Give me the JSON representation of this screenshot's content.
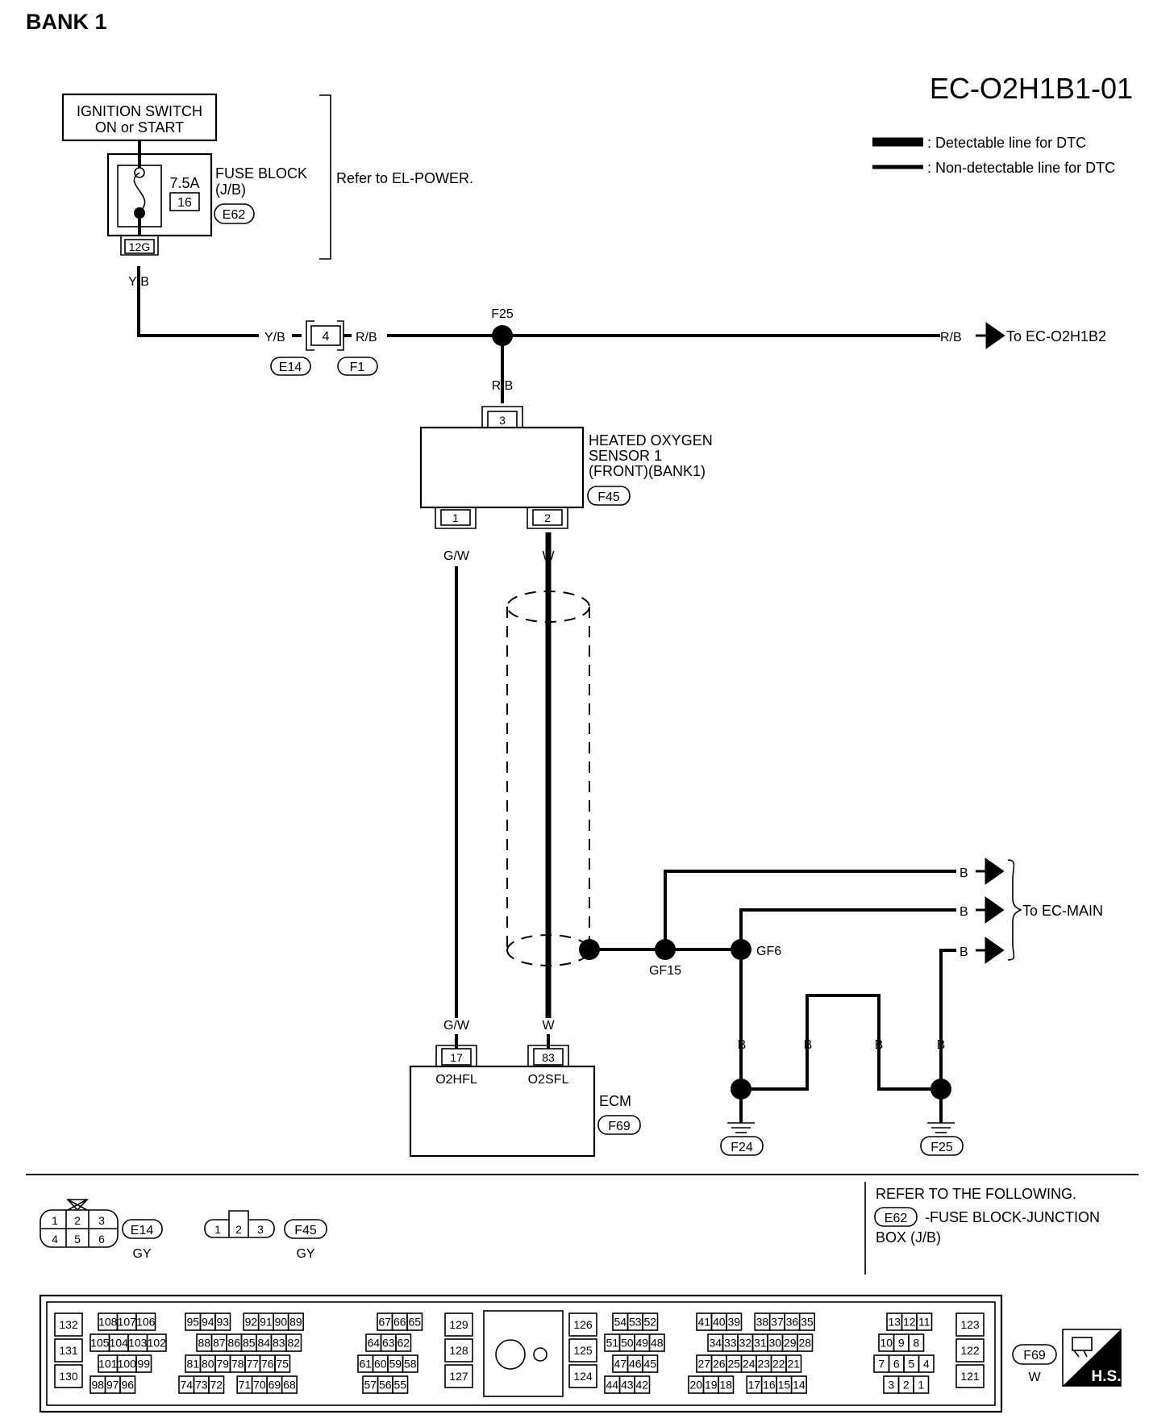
{
  "bank_title": "BANK 1",
  "diagram_id": "EC-O2H1B1-01",
  "legend": {
    "detectable": ": Detectable line for DTC",
    "non_detectable": ": Non-detectable line for DTC"
  },
  "ignition": {
    "line1": "IGNITION SWITCH",
    "line2": "ON or START"
  },
  "fuse_block": {
    "name": "FUSE BLOCK",
    "sub": "(J/B)",
    "connector": "E62",
    "amp": "7.5A",
    "fuse_no": "16",
    "terminal": "12G",
    "refer": "Refer to EL-POWER."
  },
  "wires": {
    "yb_down": "Y/B",
    "yb_left": "Y/B",
    "rb_right": "R/B",
    "rb_far": "R/B",
    "rb_down": "R/B",
    "gw_top": "G/W",
    "w_top": "W",
    "gw_bot": "G/W",
    "w_bot": "W",
    "b1": "B",
    "b2": "B",
    "b3": "B",
    "gb1": "B",
    "gb2": "B",
    "gb3": "B",
    "gb4": "B"
  },
  "joint_connector": {
    "pin": "4",
    "left": "E14",
    "right": "F1"
  },
  "splice_top": "F25",
  "to_bank2": "To EC-O2H1B2",
  "sensor": {
    "line1": "HEATED OXYGEN",
    "line2": "SENSOR 1",
    "line3": "(FRONT)(BANK1)",
    "connector": "F45",
    "pin3": "3",
    "pin1": "1",
    "pin2": "2"
  },
  "ecm": {
    "name": "ECM",
    "connector": "F69",
    "pin17": "17",
    "pin83": "83",
    "sig1": "O2HFL",
    "sig2": "O2SFL"
  },
  "grounds": {
    "gf15": "GF15",
    "gf6": "GF6",
    "f24": "F24",
    "f25": "F25"
  },
  "to_main": "To EC-MAIN",
  "refer_following": {
    "line1": "REFER TO THE FOLLOWING.",
    "connector": "E62",
    "line2": "-FUSE BLOCK-JUNCTION",
    "line3": "BOX (J/B)"
  },
  "connector_views": {
    "e14": {
      "id": "E14",
      "color": "GY",
      "pins_top": [
        "1",
        "2",
        "3"
      ],
      "pins_bottom": [
        "4",
        "5",
        "6"
      ]
    },
    "f45": {
      "id": "F45",
      "color": "GY",
      "pins": [
        "1",
        "2",
        "3"
      ]
    },
    "f69": {
      "id": "F69",
      "color": "W"
    }
  },
  "ecm_pins": {
    "c1": [
      "132",
      "131",
      "130"
    ],
    "g1": [
      [
        "108",
        "107",
        "106"
      ],
      [
        "105",
        "104",
        "103",
        "102"
      ],
      [
        "101",
        "100",
        "99"
      ],
      [
        "98",
        "97",
        "96"
      ]
    ],
    "g2": [
      [
        "95",
        "94",
        "93",
        "",
        "92",
        "91",
        "90",
        "89"
      ],
      [
        "88",
        "87",
        "86",
        "85",
        "84",
        "83",
        "82"
      ],
      [
        "81",
        "80",
        "79",
        "78",
        "77",
        "76",
        "75"
      ],
      [
        "74",
        "73",
        "72",
        "",
        "71",
        "70",
        "69",
        "68"
      ]
    ],
    "g3": [
      [
        "67",
        "66",
        "65"
      ],
      [
        "64",
        "63",
        "62"
      ],
      [
        "61",
        "60",
        "59",
        "58"
      ],
      [
        "57",
        "56",
        "55"
      ]
    ],
    "c2": [
      "129",
      "128",
      "127"
    ],
    "c3": [
      "126",
      "125",
      "124"
    ],
    "g4": [
      [
        "54",
        "53",
        "52"
      ],
      [
        "51",
        "50",
        "49",
        "48"
      ],
      [
        "47",
        "46",
        "45"
      ],
      [
        "44",
        "43",
        "42"
      ]
    ],
    "g5": [
      [
        "41",
        "40",
        "39",
        "",
        "38",
        "37",
        "36",
        "35"
      ],
      [
        "34",
        "33",
        "32",
        "31",
        "30",
        "29",
        "28"
      ],
      [
        "27",
        "26",
        "25",
        "24",
        "23",
        "22",
        "21"
      ],
      [
        "20",
        "19",
        "18",
        "",
        "17",
        "16",
        "15",
        "14"
      ]
    ],
    "g6": [
      [
        "13",
        "12",
        "11"
      ],
      [
        "10",
        "9",
        "8"
      ],
      [
        "7",
        "6",
        "5",
        "4"
      ],
      [
        "3",
        "2",
        "1"
      ]
    ],
    "c4": [
      "123",
      "122",
      "121"
    ]
  },
  "hs_label": "H.S."
}
